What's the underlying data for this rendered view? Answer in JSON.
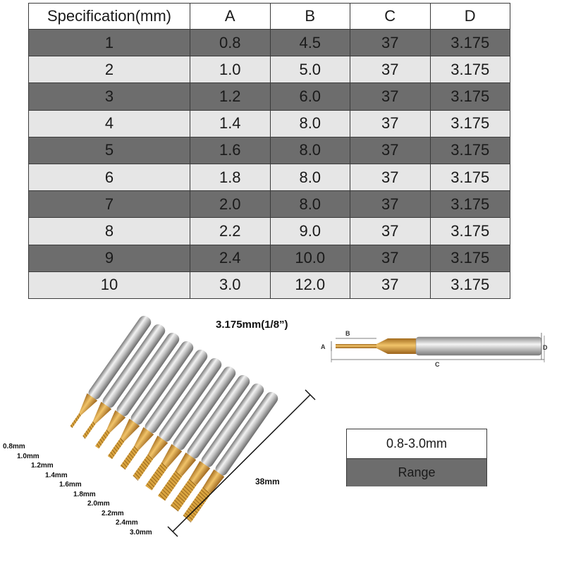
{
  "table": {
    "headers": [
      "Specification(mm)",
      "A",
      "B",
      "C",
      "D"
    ],
    "rows": [
      [
        "1",
        "0.8",
        "4.5",
        "37",
        "3.175"
      ],
      [
        "2",
        "1.0",
        "5.0",
        "37",
        "3.175"
      ],
      [
        "3",
        "1.2",
        "6.0",
        "37",
        "3.175"
      ],
      [
        "4",
        "1.4",
        "8.0",
        "37",
        "3.175"
      ],
      [
        "5",
        "1.6",
        "8.0",
        "37",
        "3.175"
      ],
      [
        "6",
        "1.8",
        "8.0",
        "37",
        "3.175"
      ],
      [
        "7",
        "2.0",
        "8.0",
        "37",
        "3.175"
      ],
      [
        "8",
        "2.2",
        "9.0",
        "37",
        "3.175"
      ],
      [
        "9",
        "2.4",
        "10.0",
        "37",
        "3.175"
      ],
      [
        "10",
        "3.0",
        "12.0",
        "37",
        "3.175"
      ]
    ]
  },
  "photo": {
    "shank_label": "3.175mm(1/8”)",
    "length_label": "38mm",
    "size_labels": [
      "0.8mm",
      "1.0mm",
      "1.2mm",
      "1.4mm",
      "1.6mm",
      "1.8mm",
      "2.0mm",
      "2.2mm",
      "2.4mm",
      "3.0mm"
    ]
  },
  "diagram": {
    "letters": {
      "a": "A",
      "b": "B",
      "c": "C",
      "d": "D"
    }
  },
  "range": {
    "value": "0.8-3.0mm",
    "caption": "Range"
  },
  "colors": {
    "dark_row": "#6d6d6d",
    "light_row": "#e6e6e6",
    "gold": "#d9a440"
  }
}
